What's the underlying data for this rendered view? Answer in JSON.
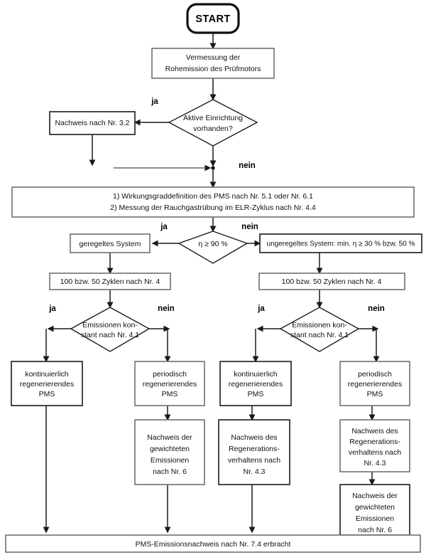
{
  "diagram": {
    "title": "PMS-Emissionsnachweis Flussdiagramm",
    "language": "de",
    "start": {
      "label": "START"
    },
    "nodes": {
      "vermessung_l1": "Vermessung der",
      "vermessung_l2": "Rohemission des Prüfmotors",
      "aktive_einrichtung_l1": "Aktive Einrichtung",
      "aktive_einrichtung_l2": "vorhanden?",
      "nachweis_32": "Nachweis nach Nr. 3.2",
      "wirkungsgrad_l1": "1) Wirkungsgraddefinition des PMS nach Nr. 5.1 oder Nr. 6.1",
      "wirkungsgrad_l2": "2) Messung der Rauchgastrübung im ELR-Zyklus nach Nr. 4.4",
      "eta_test": "η ≥ 90 %",
      "geregeltes_system": "geregeltes System",
      "ungeregeltes_system": "ungeregeltes System: min. η ≥ 30 % bzw. 50 %",
      "zyklen_left": "100 bzw. 50 Zyklen nach Nr. 4",
      "zyklen_right": "100 bzw. 50 Zyklen nach Nr. 4",
      "emissionen_konstant_l1": "Emissionen kon-",
      "emissionen_konstant_l2": "stant nach Nr. 4.1",
      "kontinuierlich_l1": "kontinuierlich",
      "kontinuierlich_l2": "regenerierendes",
      "kontinuierlich_l3": "PMS",
      "periodisch_l1": "periodisch",
      "periodisch_l2": "regenerierendes",
      "periodisch_l3": "PMS",
      "gewichtete_l1": "Nachweis der",
      "gewichtete_l2": "gewichteten",
      "gewichtete_l3": "Emissionen",
      "gewichtete_l4": "nach Nr. 6",
      "regeneration_l1": "Nachweis des",
      "regeneration_l2": "Regenerations-",
      "regeneration_l3": "verhaltens nach",
      "regeneration_l4": "Nr. 4.3",
      "end_bar": "PMS-Emissionsnachweis nach Nr. 7.4 erbracht"
    },
    "branch_labels": {
      "ja": "ja",
      "nein": "nein"
    },
    "colors": {
      "stroke_dark": "#1a1a1a",
      "stroke_grey": "#6f6f6f",
      "fill": "#ffffff",
      "text": "#111111",
      "background": "#ffffff"
    }
  }
}
